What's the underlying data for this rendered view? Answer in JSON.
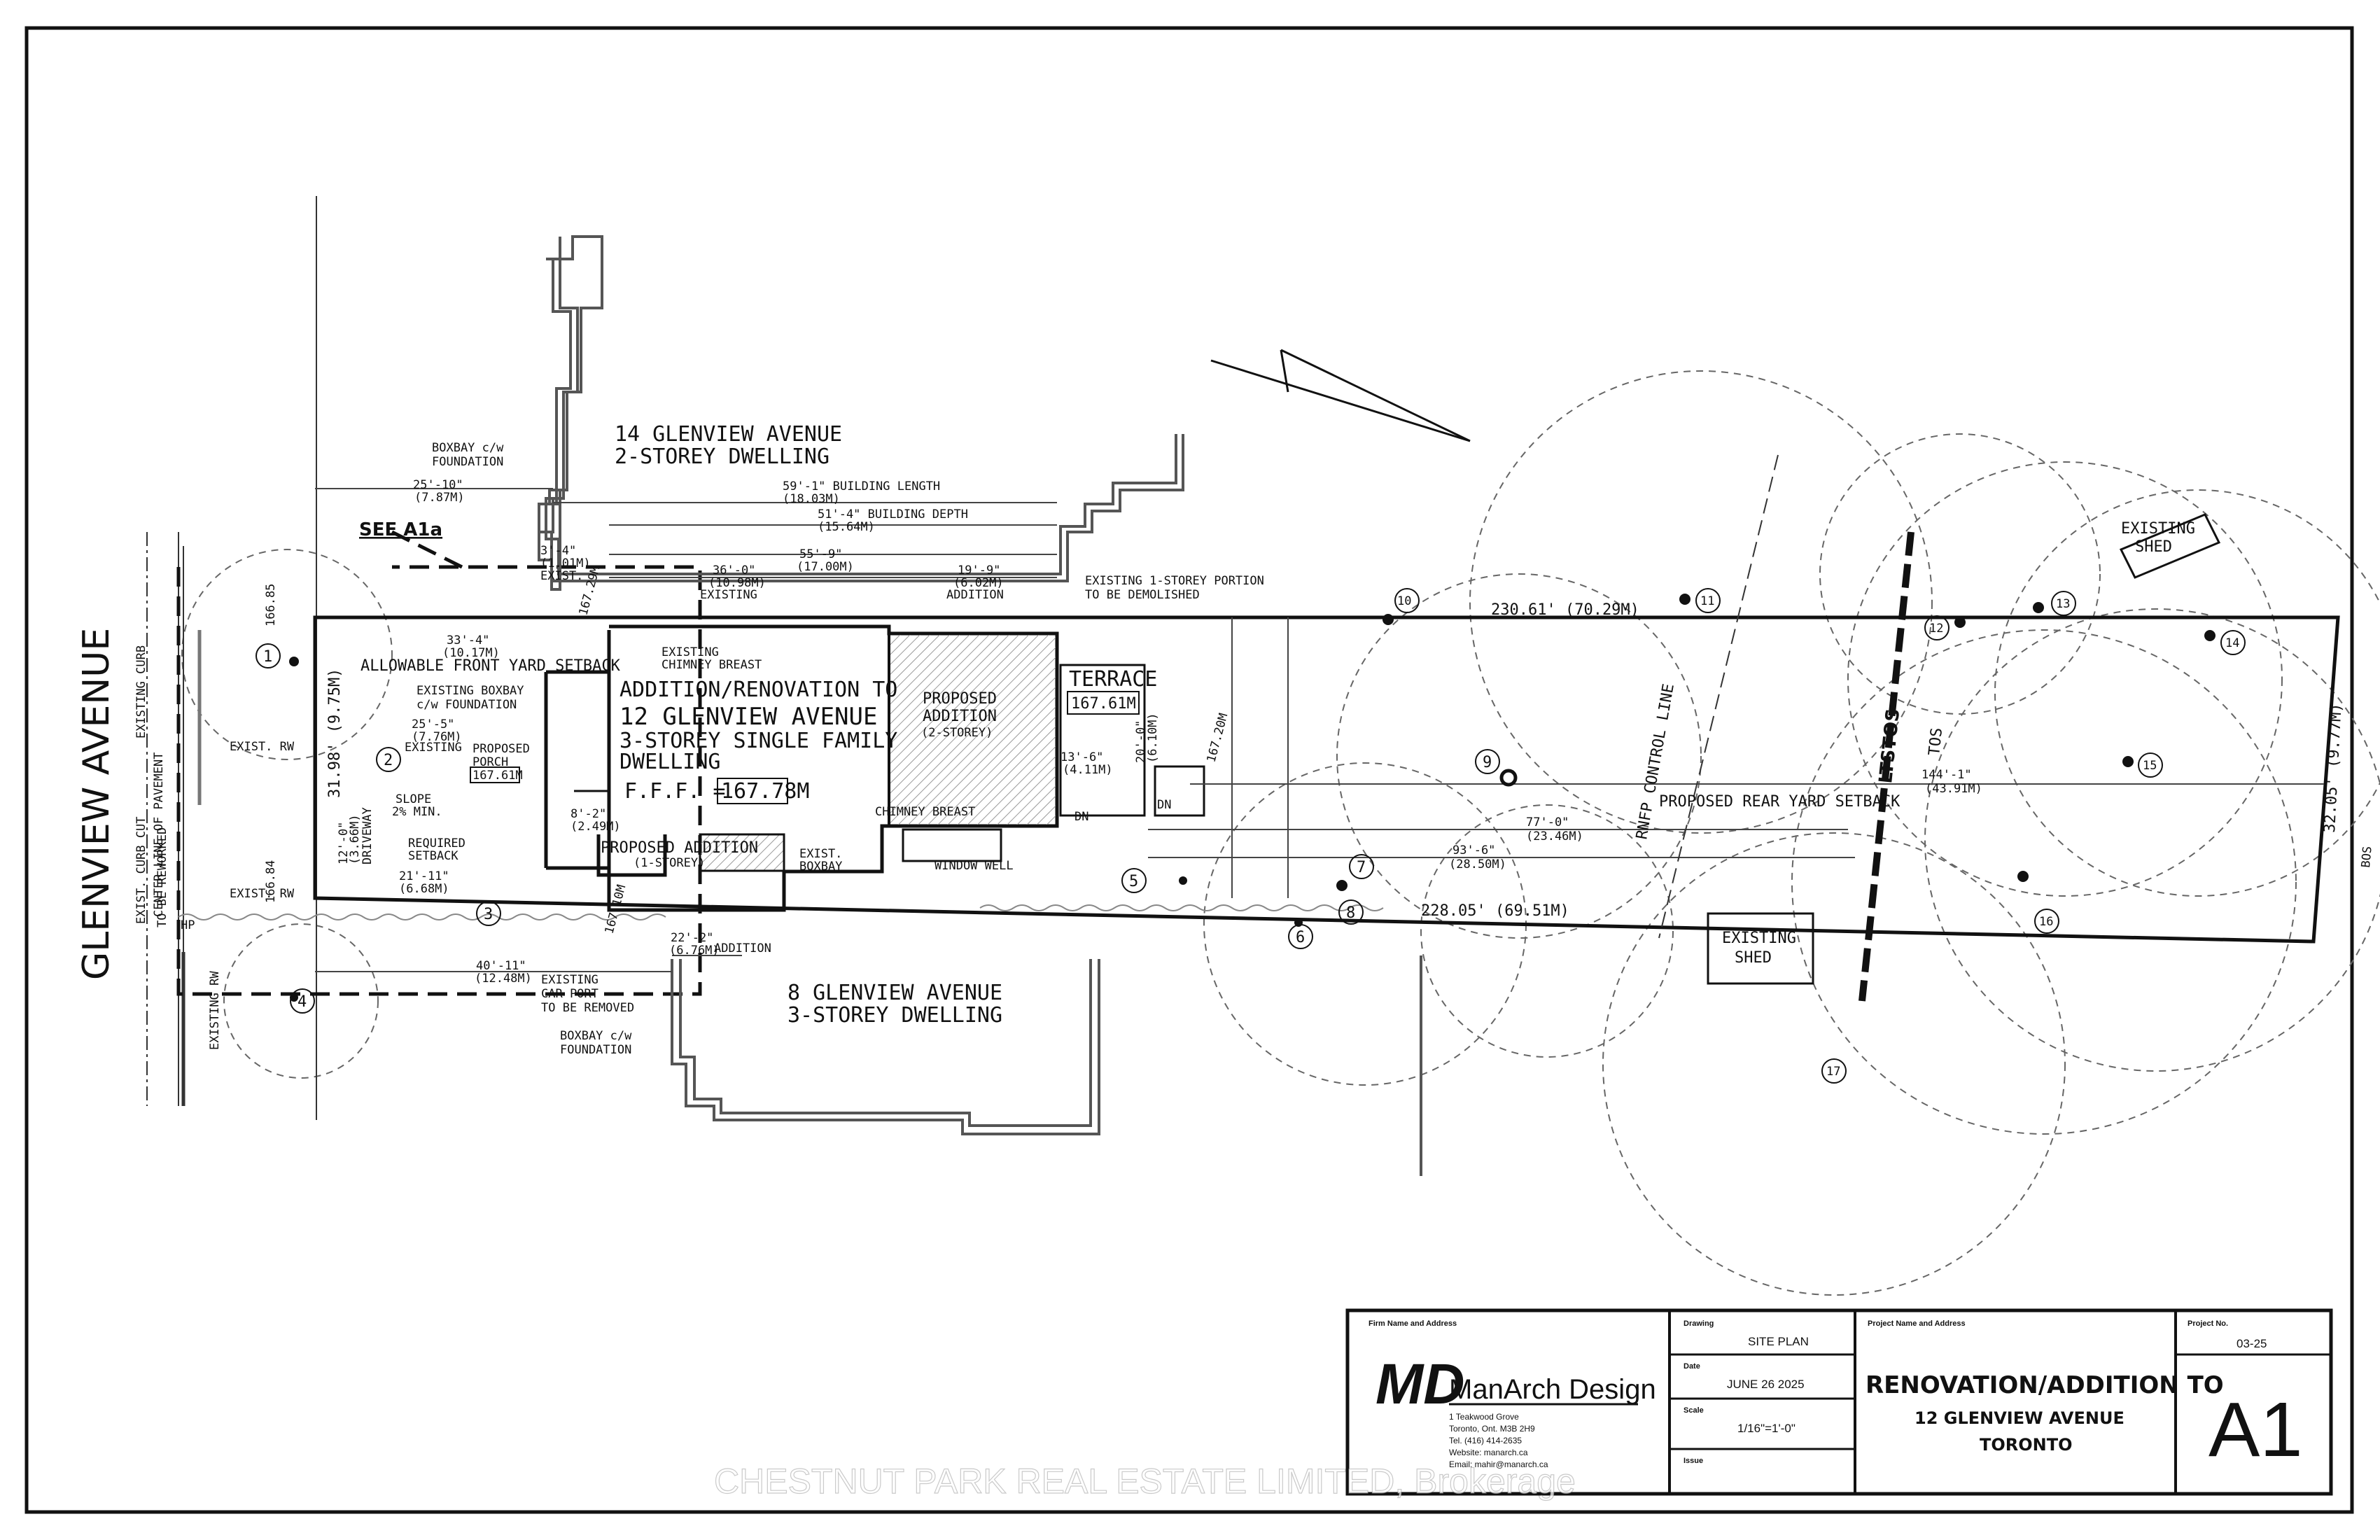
{
  "street": "GLENVIEW AVENUE",
  "streets_side": {
    "center_line": "CENTER LINE OF PAVEMENT",
    "curb": "EXISTING CURB",
    "curb_cut": "EXIST. CURB CUT",
    "to_be_reworked": "TO BE REWORKED",
    "existing_rw": "EXISTING RW",
    "elev_top": "166.85",
    "elev_bot": "166.84",
    "hp": "HP"
  },
  "neighbours": {
    "north_name": "14 GLENVIEW AVENUE",
    "north_type": "2-STOREY DWELLING",
    "south_name": "8 GLENVIEW AVENUE",
    "south_type": "3-STOREY DWELLING",
    "boxbay_1": "BOXBAY c/w",
    "boxbay_2": "FOUNDATION",
    "addition": "ADDITION",
    "carport_1": "EXISTING",
    "carport_2": "CAR PORT",
    "carport_3": "TO BE REMOVED"
  },
  "site": {
    "see_ref": "SEE A1a",
    "exist_rw": "EXIST. RW",
    "allowable_setback": "ALLOWABLE FRONT YARD SETBACK",
    "existing_boxbay_1": "EXISTING BOXBAY",
    "existing_boxbay_2": "c/w FOUNDATION",
    "existing": "EXISTING",
    "proposed_porch_1": "PROPOSED",
    "proposed_porch_2": "PORCH",
    "porch_elev": "167.61M",
    "slope_1": "SLOPE",
    "slope_2": "2% MIN.",
    "driveway_1": "12'-0\"",
    "driveway_2": "(3.66M)",
    "driveway_3": "DRIVEWAY",
    "required_setback_1": "REQUIRED",
    "required_setback_2": "SETBACK",
    "proposed_addition": "PROPOSED ADDITION",
    "proposed_addition_sub": "(1-STOREY)",
    "exist_boxbay_1": "EXIST.",
    "exist_boxbay_2": "BOXBAY",
    "chimney_breast": "CHIMNEY BREAST",
    "window_well": "WINDOW WELL",
    "existing_chimney_1": "EXISTING",
    "existing_chimney_2": "CHIMNEY BREAST",
    "main_1": "ADDITION/RENOVATION TO",
    "main_2": "12 GLENVIEW AVENUE",
    "main_3": "3-STOREY SINGLE FAMILY",
    "main_4": "DWELLING",
    "fff_label": "F.F.F. =",
    "fff_value": "167.78M",
    "proposed_rear_1": "PROPOSED",
    "proposed_rear_2": "ADDITION",
    "proposed_rear_3": "(2-STOREY)",
    "terrace": "TERRACE",
    "terrace_elev": "167.61M",
    "dn": "DN",
    "existing_portion_1": "EXISTING 1-STOREY PORTION",
    "existing_portion_2": "TO BE DEMOLISHED",
    "rnfp": "RNFP CONTROL LINE",
    "proposed_rear_setback": "PROPOSED REAR YARD SETBACK",
    "ltstos": "LTSTOS",
    "tos": "TOS",
    "existing_shed_1": "EXISTING",
    "existing_shed_2": "SHED",
    "bos": "BOS",
    "elev_16729": "167.29M",
    "elev_16720": "167.20M",
    "elev_16710": "167.10M"
  },
  "dimensions": {
    "north_lot": "230.61' (70.29M)",
    "south_lot": "228.05' (69.51M)",
    "front_width": "31.98' (9.75M)",
    "rear_width": "32.05' (9.77M)",
    "rear_setback_1": "144'-1\"",
    "rear_setback_2": "(43.91M)",
    "d77_1": "77'-0\"",
    "d77_2": "(23.46M)",
    "d93_1": "93'-6\"",
    "d93_2": "(28.50M)",
    "d13_1": "13'-6\"",
    "d13_2": "(4.11M)",
    "d20_1": "20'-0\"",
    "d20_2": "(6.10M)",
    "d25_10_1": "25'-10\"",
    "d25_10_2": "(7.87M)",
    "d33_1": "33'-4\"",
    "d33_2": "(10.17M)",
    "d25_5_1": "25'-5\"",
    "d25_5_2": "(7.76M)",
    "d21_1": "21'-11\"",
    "d21_2": "(6.68M)",
    "d8_1": "8'-2\"",
    "d8_2": "(2.49M)",
    "d40_1": "40'-11\"",
    "d40_2": "(12.48M)",
    "d22_1": "22'-2\"",
    "d22_2": "(6.76M)",
    "d59_1": "59'-1\" BUILDING LENGTH",
    "d59_2": "(18.03M)",
    "d51_1": "51'-4\" BUILDING DEPTH",
    "d51_2": "(15.64M)",
    "d55_1": "55'-9\"",
    "d55_2": "(17.00M)",
    "d36_1": "36'-0\"",
    "d36_2": "(10.98M)",
    "d36_3": "EXISTING",
    "d19_1": "19'-9\"",
    "d19_2": "(6.02M)",
    "d19_3": "ADDITION",
    "d3_1": "3'-4\"",
    "d3_2": "(1.01M)",
    "d3_3": "EXIST."
  },
  "trees": [
    "1",
    "2",
    "3",
    "4",
    "5",
    "6",
    "7",
    "8",
    "9",
    "10",
    "11",
    "12",
    "13",
    "14",
    "15",
    "16",
    "17"
  ],
  "title_block": {
    "firm_label": "Firm Name and Address",
    "firm_logo": "MD",
    "firm_name": "ManArch Design",
    "firm_addr_1": "1 Teakwood Grove",
    "firm_addr_2": "Toronto, Ont. M3B 2H9",
    "firm_addr_3": "Tel. (416) 414-2635",
    "firm_addr_4": "Website: manarch.ca",
    "firm_addr_5": "Email: mahir@manarch.ca",
    "drawing_label": "Drawing",
    "drawing": "SITE PLAN",
    "date_label": "Date",
    "date": "JUNE 26 2025",
    "scale_label": "Scale",
    "scale": "1/16\"=1'-0\"",
    "issue_label": "Issue",
    "project_label": "Project Name and Address",
    "project_title": "RENOVATION/ADDITION TO",
    "project_address": "12 GLENVIEW AVENUE",
    "project_city": "TORONTO",
    "project_no_label": "Project No.",
    "project_no": "03-25",
    "sheet": "A1"
  },
  "watermark": "CHESTNUT PARK REAL ESTATE LIMITED, Brokerage"
}
